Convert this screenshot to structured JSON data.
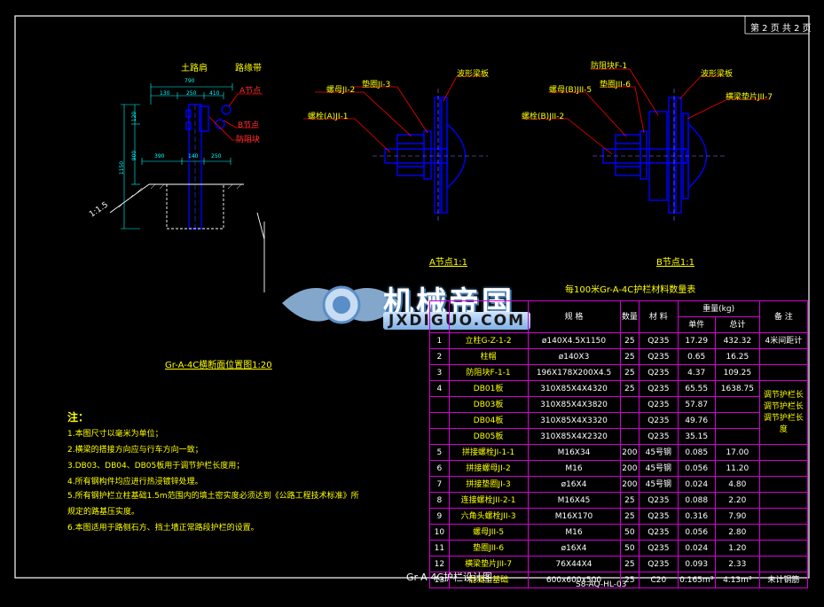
{
  "page_label": "第 2 页 共 2 页",
  "drawing_title": "Gr-A-4C护栏设计图",
  "drawing_number": "S8-AQ-HL-03",
  "section_view": {
    "caption": "Gr-A-4C横断面位置图1:20",
    "label_shoulder": "土路肩",
    "label_curb": "路缘带",
    "label_node_a": "A节点",
    "label_node_b": "B节点",
    "label_block": "防阻块",
    "slope": "1:1.5",
    "dims_top": [
      "790",
      "130",
      "250",
      "410"
    ],
    "dims_left": [
      "120",
      "900",
      "1150"
    ],
    "dims_bottom": [
      "390",
      "140",
      "250"
    ]
  },
  "node_a": {
    "caption": "A节点1:1",
    "labels": [
      "螺母JI-2",
      "垫圈JI-3",
      "波形梁板",
      "螺栓(A)JI-1"
    ]
  },
  "node_b": {
    "caption": "B节点1:1",
    "labels": [
      "防阻块F-1",
      "螺母(B)JII-5",
      "垫圈JII-6",
      "波形梁板",
      "横梁垫片JII-7",
      "螺栓(B)JII-2"
    ]
  },
  "notes": {
    "heading": "注：",
    "items": [
      "1.本图尺寸以毫米为单位；",
      "2.横梁的搭接方向应与行车方向一致；",
      "3.DB03、DB04、DB05板用于调节护栏长度用；",
      "4.所有钢构件均应进行热浸镀锌处理。",
      "5.所有钢护栏立柱基础1.5m范围内的填土密实度必须达到《公路工程技术标准》所",
      "规定的路基压实度。",
      "6.本图适用于路侧石方、挡土墙正常路段护栏的设置。"
    ]
  },
  "logo": {
    "cn": "机械帝国",
    "en": "JXDIGUO.COM"
  },
  "bom": {
    "title": "每100米Gr-A-4C护栏材料数量表",
    "headers": {
      "no": "",
      "name": "",
      "spec": "规 格",
      "qty": "数量",
      "material": "材 料",
      "weight": "重量(kg)",
      "unit": "单件",
      "total": "总计",
      "remark": "备 注"
    },
    "rows": [
      {
        "no": "1",
        "name": "立柱G-Z-1-2",
        "spec": "ø140X4.5X1150",
        "qty": "25",
        "mat": "Q235",
        "unit": "17.29",
        "total": "432.32",
        "remark": "4米间距计"
      },
      {
        "no": "2",
        "name": "柱帽",
        "spec": "ø140X3",
        "qty": "25",
        "mat": "Q235",
        "unit": "0.65",
        "total": "16.25",
        "remark": ""
      },
      {
        "no": "3",
        "name": "防阻块F-1-1",
        "spec": "196X178X200X4.5",
        "qty": "25",
        "mat": "Q235",
        "unit": "4.37",
        "total": "109.25",
        "remark": ""
      },
      {
        "no": "4",
        "name": "DB01板",
        "spec": "310X85X4X4320",
        "qty": "25",
        "mat": "Q235",
        "unit": "65.55",
        "total": "1638.75",
        "remark": ""
      },
      {
        "no": "",
        "name": "DB03板",
        "spec": "310X85X4X3820",
        "qty": "",
        "mat": "Q235",
        "unit": "57.87",
        "total": "",
        "remark": ""
      },
      {
        "no": "",
        "name": "DB04板",
        "spec": "310X85X4X3320",
        "qty": "",
        "mat": "Q235",
        "unit": "49.76",
        "total": "",
        "remark": ""
      },
      {
        "no": "",
        "name": "DB05板",
        "spec": "310X85X4X2320",
        "qty": "",
        "mat": "Q235",
        "unit": "35.15",
        "total": "",
        "remark": ""
      },
      {
        "no": "5",
        "name": "拼接螺栓JI-1-1",
        "spec": "M16X34",
        "qty": "200",
        "mat": "45号钢",
        "unit": "0.085",
        "total": "17.00",
        "remark": ""
      },
      {
        "no": "6",
        "name": "拼接螺母JI-2",
        "spec": "M16",
        "qty": "200",
        "mat": "45号钢",
        "unit": "0.056",
        "total": "11.20",
        "remark": ""
      },
      {
        "no": "7",
        "name": "拼接垫圈JI-3",
        "spec": "ø16X4",
        "qty": "200",
        "mat": "45号钢",
        "unit": "0.024",
        "total": "4.80",
        "remark": ""
      },
      {
        "no": "8",
        "name": "连接螺栓JII-2-1",
        "spec": "M16X45",
        "qty": "25",
        "mat": "Q235",
        "unit": "0.088",
        "total": "2.20",
        "remark": ""
      },
      {
        "no": "9",
        "name": "六角头螺栓JII-3",
        "spec": "M16X170",
        "qty": "25",
        "mat": "Q235",
        "unit": "0.316",
        "total": "7.90",
        "remark": ""
      },
      {
        "no": "10",
        "name": "螺母JII-5",
        "spec": "M16",
        "qty": "50",
        "mat": "Q235",
        "unit": "0.056",
        "total": "2.80",
        "remark": ""
      },
      {
        "no": "11",
        "name": "垫圈JII-6",
        "spec": "ø16X4",
        "qty": "50",
        "mat": "Q235",
        "unit": "0.024",
        "total": "1.20",
        "remark": ""
      },
      {
        "no": "12",
        "name": "横梁垫片JII-7",
        "spec": "76X44X4",
        "qty": "25",
        "mat": "Q235",
        "unit": "0.093",
        "total": "2.33",
        "remark": ""
      },
      {
        "no": "13",
        "name": "混凝土基础",
        "spec": "600x600x500",
        "qty": "25",
        "mat": "C20",
        "unit": "0.165m³",
        "total": "4.13m³",
        "remark": "未计钢筋"
      }
    ],
    "db_remark": [
      "调节护栏长",
      "调节护栏长",
      "调节护栏长",
      "度"
    ]
  },
  "colors": {
    "background": "#000000",
    "frame": "#ffffff",
    "structure": "#0000ff",
    "leader": "#ff0000",
    "text": "#ffff00",
    "dimension": "#00ffff",
    "table_grid": "#d400d4"
  }
}
